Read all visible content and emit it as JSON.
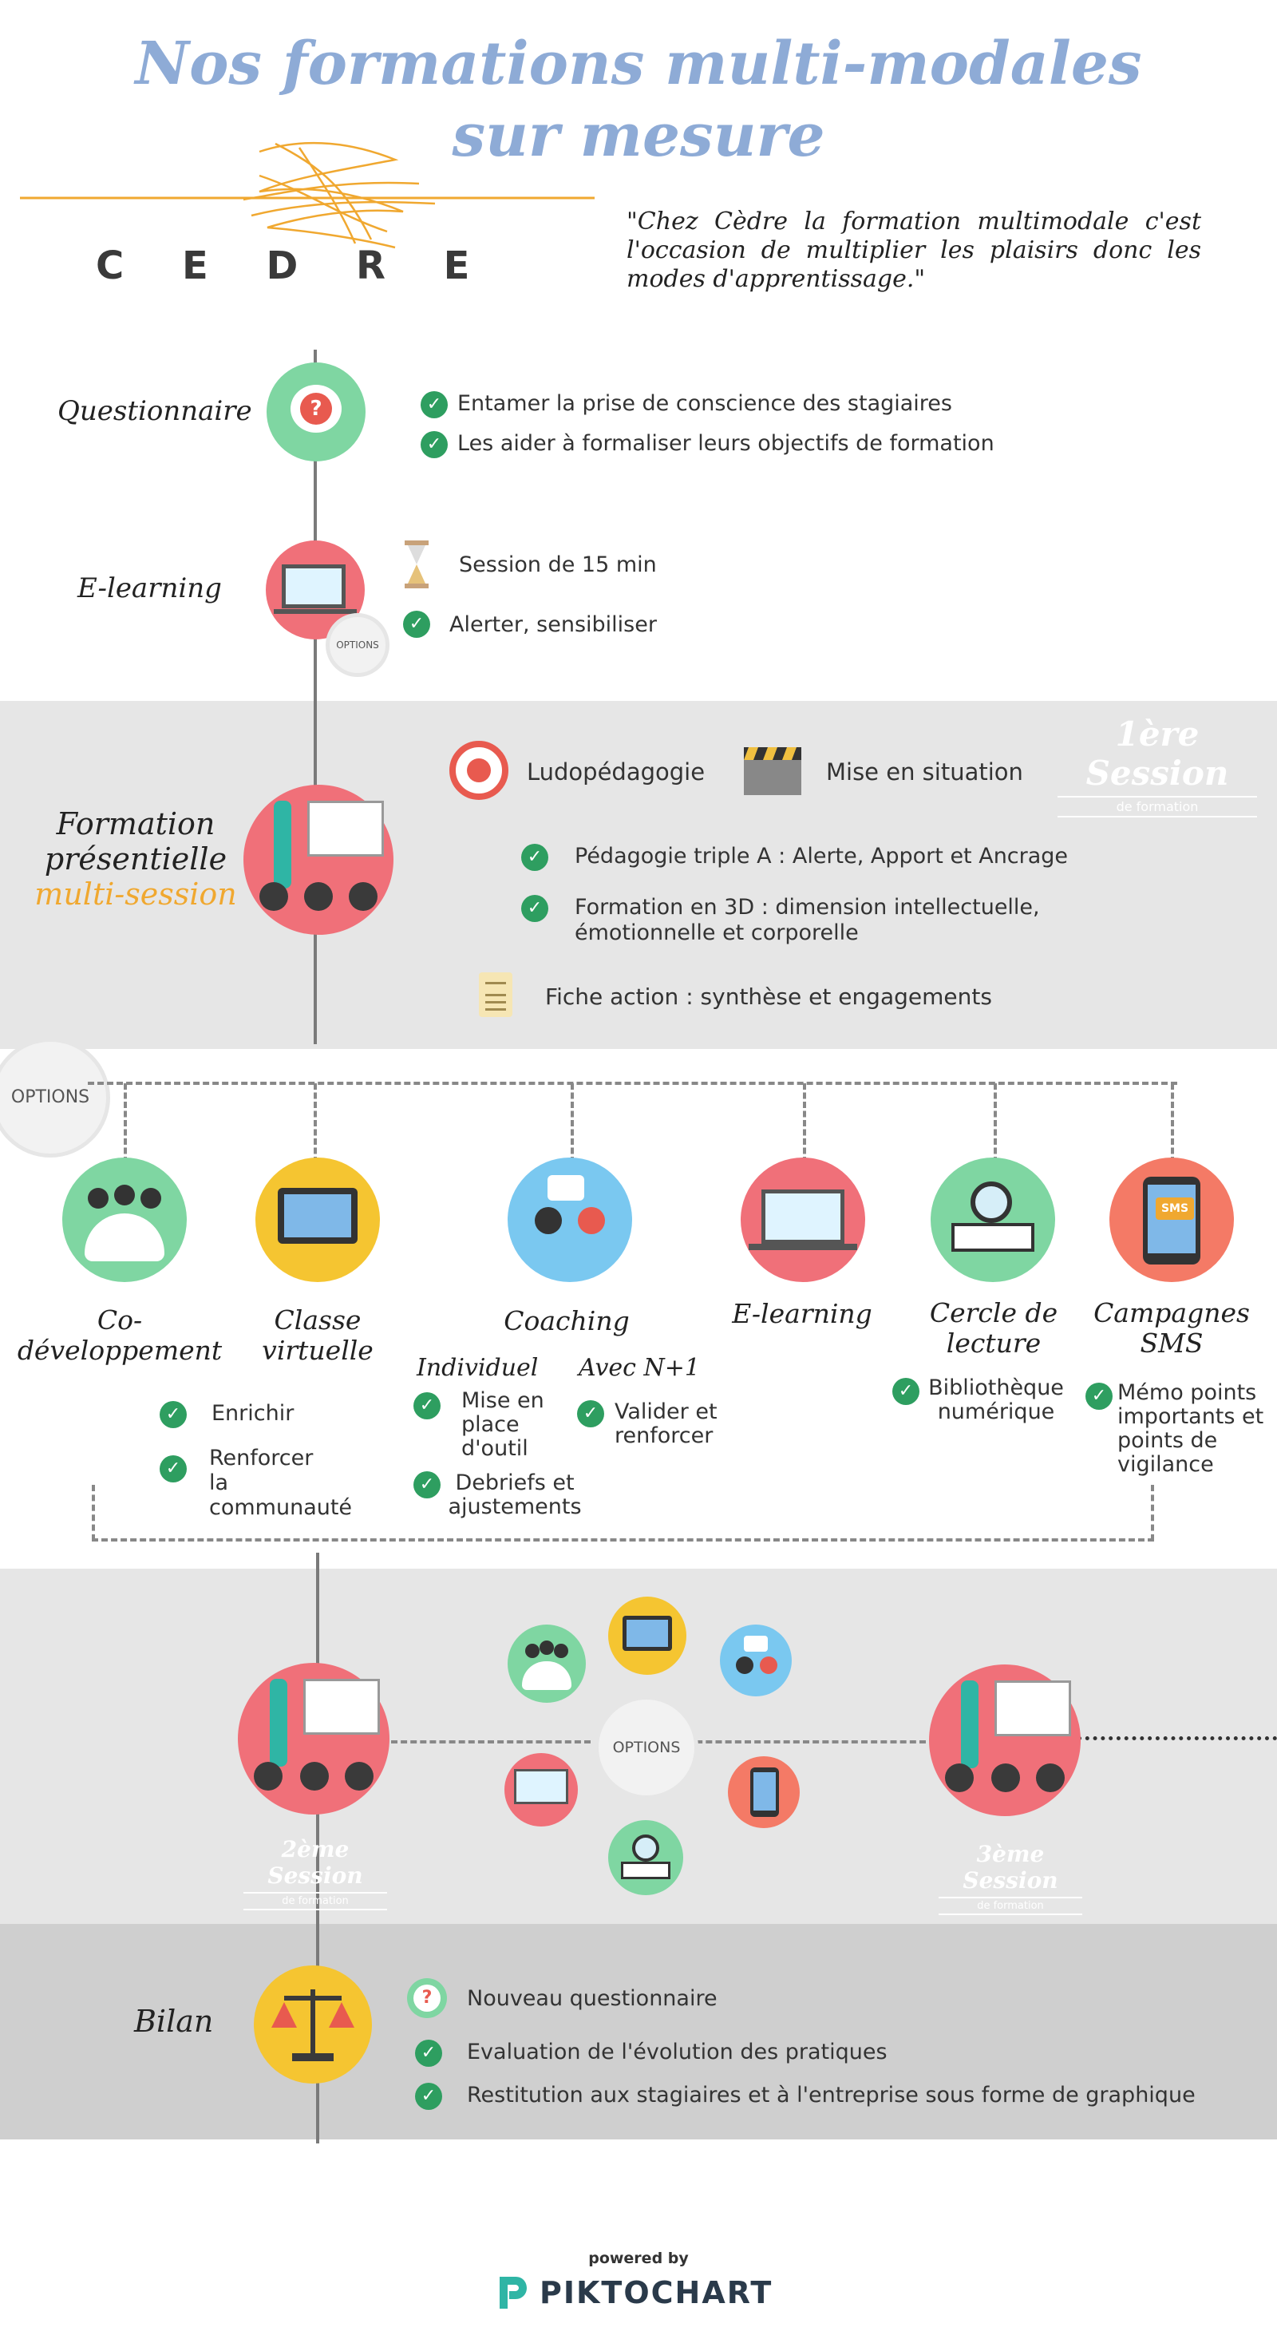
{
  "header": {
    "title_line1": "Nos formations multi-modales",
    "title_line2": "sur mesure",
    "logo_text": "C E D R E",
    "quote": "\"Chez Cèdre la formation multimodale c'est l'occasion de multiplier les plaisirs donc les modes d'apprentissage.\""
  },
  "colors": {
    "title": "#8eabd6",
    "accent_orange": "#f0a830",
    "check_green": "#2e9e60",
    "band_grey": "#e6e6e6",
    "band_dark": "#cfcfcf"
  },
  "questionnaire": {
    "label": "Questionnaire",
    "icon": "question-bubble-icon",
    "items": [
      "Entamer la prise de conscience des stagiaires",
      "Les aider à formaliser leurs objectifs de formation"
    ]
  },
  "elearning": {
    "label": "E-learning",
    "options": "OPTIONS",
    "hourglass_text": "Session de 15 min",
    "check_text": "Alerter, sensibiliser"
  },
  "presentiel": {
    "label_line1": "Formation",
    "label_line2": "présentielle",
    "label_line3": "multi-session",
    "session_title": "1ère Session",
    "session_sub": "de formation",
    "ludo": "Ludopédagogie",
    "mise": "Mise en situation",
    "items": [
      "Pédagogie triple A : Alerte, Apport et Ancrage",
      "Formation en 3D : dimension intellectuelle, émotionnelle et corporelle"
    ],
    "fiche": "Fiche action : synthèse et engagements"
  },
  "options_section": {
    "badge": "OPTIONS",
    "codev": {
      "title": "Co-développement",
      "items": [
        "Enrichir",
        "Renforcer la communauté"
      ]
    },
    "classe": {
      "title_line1": "Classe",
      "title_line2": "virtuelle"
    },
    "coaching": {
      "title": "Coaching",
      "individuel": {
        "title": "Individuel",
        "items": [
          "Mise en place d'outil",
          "Debriefs et ajustements"
        ]
      },
      "n1": {
        "title": "Avec N+1",
        "items": [
          "Valider et renforcer"
        ]
      }
    },
    "elearning": {
      "title": "E-learning"
    },
    "cercle": {
      "title_line1": "Cercle de",
      "title_line2": "lecture",
      "items": [
        "Bibliothèque numérique"
      ]
    },
    "sms": {
      "title_line1": "Campagnes",
      "title_line2": "SMS",
      "badge": "SMS",
      "items": [
        "Mémo points importants et points de vigilance"
      ]
    }
  },
  "sessions": {
    "options": "OPTIONS",
    "second": {
      "title": "2ème Session",
      "sub": "de formation"
    },
    "third": {
      "title": "3ème Session",
      "sub": "de formation"
    }
  },
  "bilan": {
    "label": "Bilan",
    "items": [
      "Nouveau questionnaire",
      "Evaluation de l'évolution des pratiques",
      "Restitution aux stagiaires et à l'entreprise sous forme de graphique"
    ]
  },
  "footer": {
    "powered": "powered by",
    "brand": "PIKTOCHART"
  }
}
